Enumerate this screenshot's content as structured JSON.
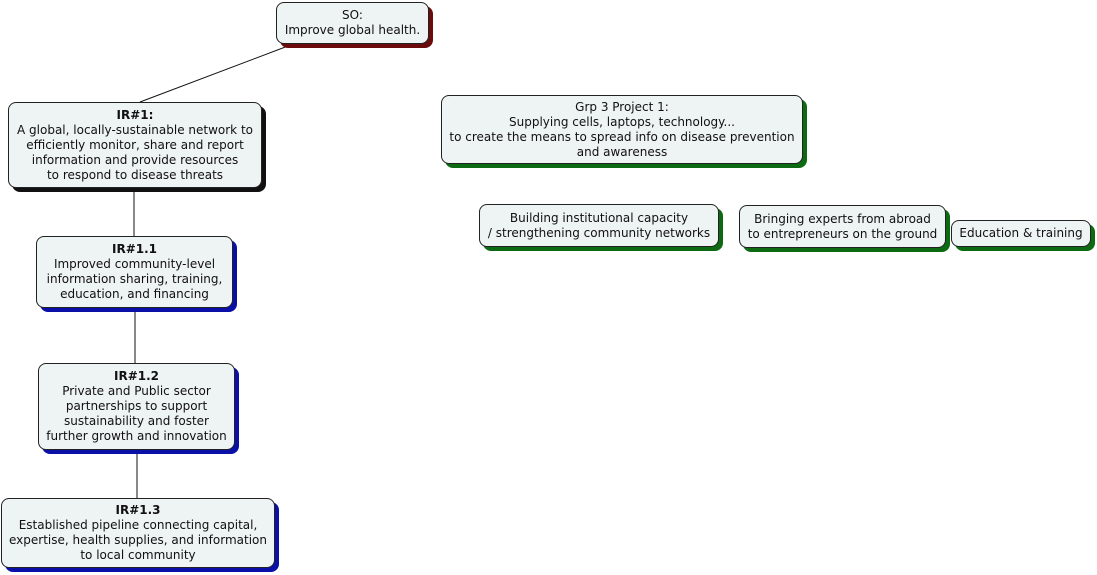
{
  "diagram": {
    "so": {
      "title": "SO:",
      "body": "Improve global health."
    },
    "ir1": {
      "title": "IR#1:",
      "body": "A global, locally-sustainable network to\nefficiently monitor, share and report\ninformation and provide resources\nto respond to disease threats"
    },
    "ir1_1": {
      "title": "IR#1.1",
      "body": "Improved community-level\ninformation sharing, training,\neducation, and financing"
    },
    "ir1_2": {
      "title": "IR#1.2",
      "body": "Private and Public sector\npartnerships to support\nsustainability and foster\nfurther growth and innovation"
    },
    "ir1_3": {
      "title": "IR#1.3",
      "body": "Established pipeline connecting capital,\nexpertise, health supplies, and information\nto local community"
    },
    "project": {
      "title": "Grp 3 Project 1:",
      "body": "Supplying cells, laptops, technology...\nto create the means to spread info on disease prevention\nand awareness"
    },
    "capacity": {
      "body": "Building institutional capacity\n/ strengthening community networks"
    },
    "experts": {
      "body": "Bringing experts from abroad\nto entrepreneurs on the ground"
    },
    "education": {
      "body": "Education & training"
    }
  },
  "colors": {
    "so_shadow": "#6b0b0b",
    "ir1_shadow": "#111111",
    "ir_sub_shadow": "#0a0fa8",
    "project_shadow": "#0c6b12",
    "node_fill": "#eef3f4"
  }
}
